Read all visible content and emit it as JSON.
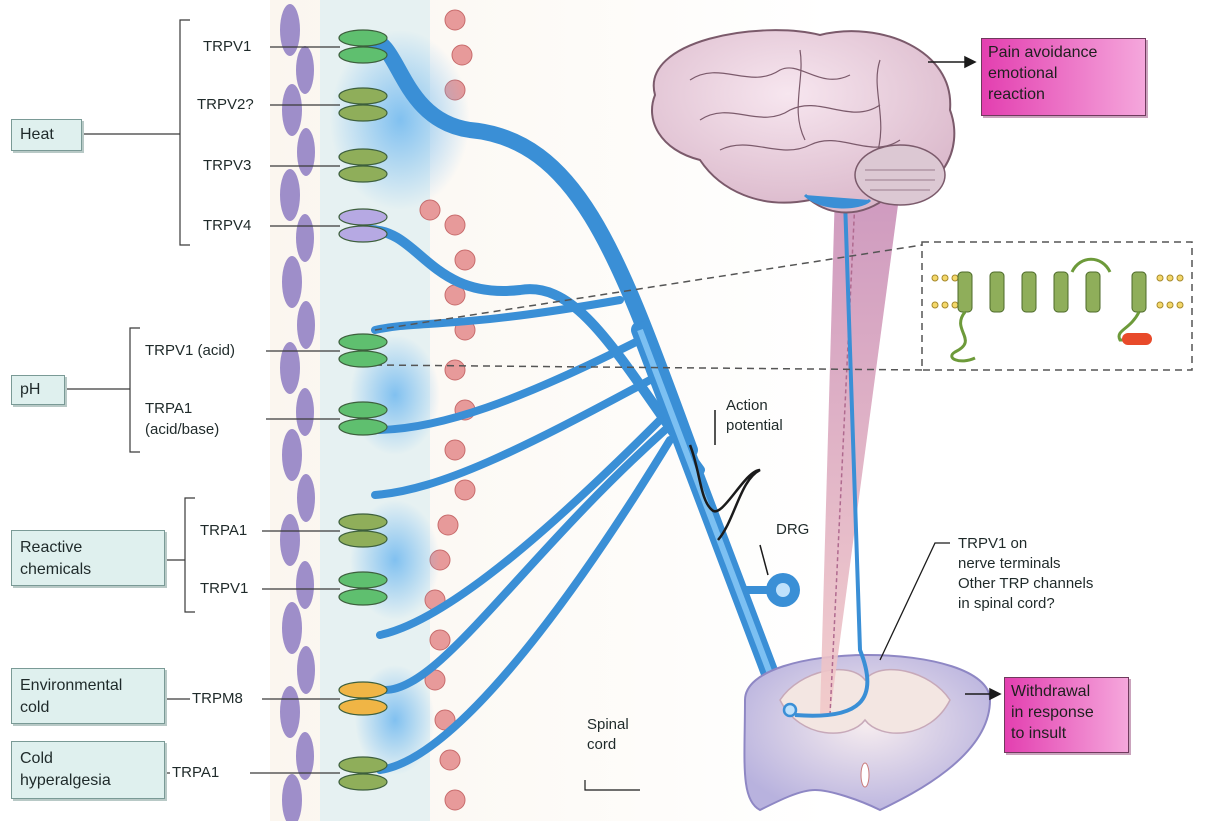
{
  "stimuli": {
    "heat": "Heat",
    "ph": "pH",
    "reactive": "Reactive\nchemicals",
    "env_cold": "Environmental\ncold",
    "cold_hyper": "Cold\nhyperalgesia"
  },
  "channels": {
    "trpv1": "TRPV1",
    "trpv2": "TRPV2?",
    "trpv3": "TRPV3",
    "trpv4": "TRPV4",
    "trpv1_acid": "TRPV1 (acid)",
    "trpa1_acid_base": "TRPA1\n(acid/base)",
    "trpa1_reactive": "TRPA1",
    "trpv1_reactive": "TRPV1",
    "trpm8": "TRPM8",
    "trpa1_cold": "TRPA1"
  },
  "labels": {
    "action_potential": "Action\npotential",
    "drg": "DRG",
    "spinal_cord": "Spinal\ncord",
    "trp_note": "TRPV1 on\nnerve terminals\nOther TRP channels\nin spinal cord?"
  },
  "outputs": {
    "pain": "Pain avoidance\nemotional\nreaction",
    "withdrawal": "Withdrawal\nin response\nto insult"
  },
  "colors": {
    "nerve": "#3a8fd6",
    "channel_green": "#5fbf6f",
    "channel_olive": "#8fae5a",
    "channel_lavender": "#b6a9e3",
    "channel_orange": "#f0b545",
    "output_magenta": "#e33fb0"
  }
}
